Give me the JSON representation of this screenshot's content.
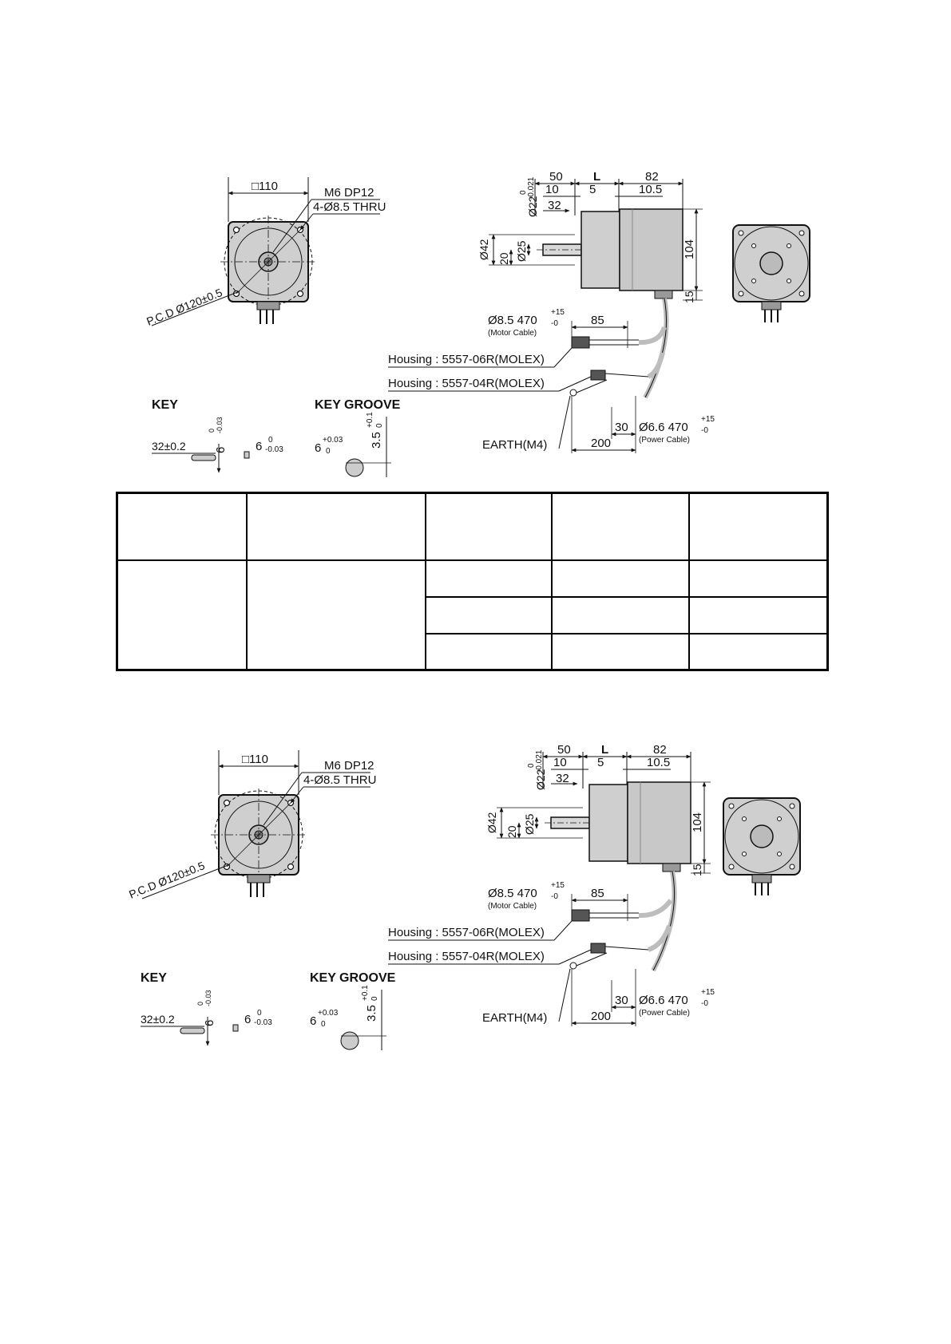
{
  "blocks": [
    {
      "front": {
        "square": "□110",
        "tap": "M6 DP12",
        "holes": "4-Ø8.5 THRU",
        "pcd": "P.C.D Ø120±0.5"
      },
      "side": {
        "flange_len": "50",
        "body_len": "L",
        "tail_len": "82",
        "shaft_step": "10",
        "gap": "5",
        "tail_gap": "10.5",
        "key_len": "32",
        "shaft_dia": "Ø22",
        "shaft_tol_top": "0",
        "shaft_tol_bottom": "-0.021",
        "pilot_dia": "Ø42",
        "shaft_height": "20",
        "inner_dia": "Ø25",
        "height": "104",
        "cable_offset": "15"
      },
      "cables": {
        "motor_spec": "Ø8.5  470",
        "motor_tol_top": "+15",
        "motor_tol_bottom": "-0",
        "motor_name": "(Motor Cable)",
        "motor_len": "85",
        "housing_motor": "Housing : 5557-06R(MOLEX)",
        "housing_power": "Housing : 5557-04R(MOLEX)",
        "earth": "EARTH(M4)",
        "earth_len": "200",
        "power_offset": "30",
        "power_spec": "Ø6.6  470",
        "power_tol_top": "+15",
        "power_tol_bottom": "-0",
        "power_name": "(Power Cable)"
      },
      "key": {
        "title": "KEY",
        "length": "32±0.2",
        "height": "6",
        "height_tol_top": "0",
        "height_tol_bottom": "-0.03",
        "width": "6",
        "width_tol_top": "0",
        "width_tol_bottom": "-0.03"
      },
      "groove": {
        "title": "KEY GROOVE",
        "width": "6",
        "width_tol_top": "+0.03",
        "width_tol_bottom": "0",
        "depth": "3.5",
        "depth_tol_top": "+0.1",
        "depth_tol_bottom": "0"
      }
    },
    {
      "front": {
        "square": "□110",
        "tap": "M6 DP12",
        "holes": "4-Ø8.5 THRU",
        "pcd": "P.C.D Ø120±0.5"
      },
      "side": {
        "flange_len": "50",
        "body_len": "L",
        "tail_len": "82",
        "shaft_step": "10",
        "gap": "5",
        "tail_gap": "10.5",
        "key_len": "32",
        "shaft_dia": "Ø22",
        "shaft_tol_top": "0",
        "shaft_tol_bottom": "-0.021",
        "pilot_dia": "Ø42",
        "shaft_height": "20",
        "inner_dia": "Ø25",
        "height": "104",
        "cable_offset": "15"
      },
      "cables": {
        "motor_spec": "Ø8.5  470",
        "motor_tol_top": "+15",
        "motor_tol_bottom": "-0",
        "motor_name": "(Motor Cable)",
        "motor_len": "85",
        "housing_motor": "Housing : 5557-06R(MOLEX)",
        "housing_power": "Housing : 5557-04R(MOLEX)",
        "earth": "EARTH(M4)",
        "earth_len": "200",
        "power_offset": "30",
        "power_spec": "Ø6.6  470",
        "power_tol_top": "+15",
        "power_tol_bottom": "-0",
        "power_name": "(Power Cable)"
      },
      "key": {
        "title": "KEY",
        "length": "32±0.2",
        "height": "6",
        "height_tol_top": "0",
        "height_tol_bottom": "-0.03",
        "width": "6",
        "width_tol_top": "0",
        "width_tol_bottom": "-0.03"
      },
      "groove": {
        "title": "KEY GROOVE",
        "width": "6",
        "width_tol_top": "+0.03",
        "width_tol_bottom": "0",
        "depth": "3.5",
        "depth_tol_top": "+0.1",
        "depth_tol_bottom": "0"
      }
    }
  ],
  "colors": {
    "body_fill": "#cfcfcf",
    "line": "#1a1a1a",
    "cable": "#bdbdbd"
  }
}
